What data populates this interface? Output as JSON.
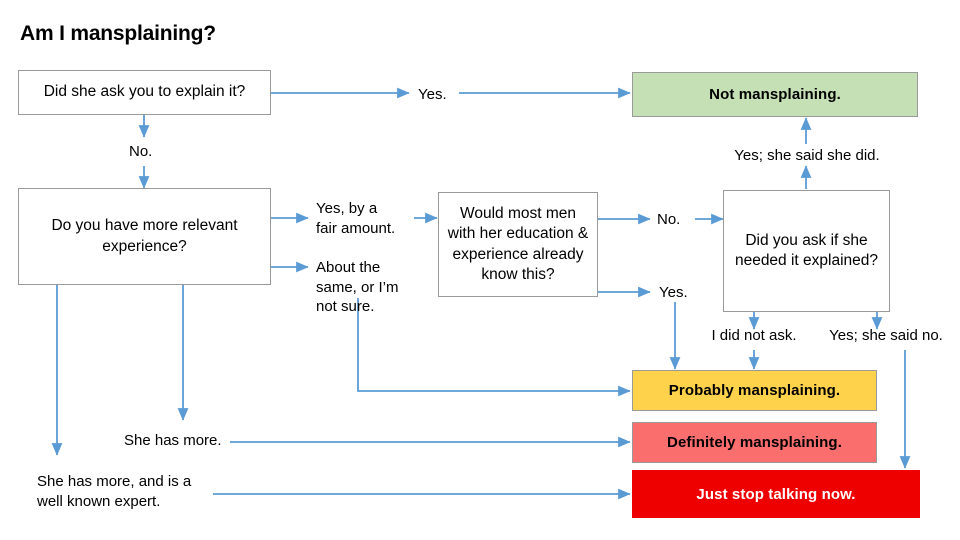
{
  "title": "Am I mansplaining?",
  "theme": {
    "arrow_color": "#5B9BD5",
    "box_border": "#9A9A9A",
    "text_color": "#000000",
    "not_mansplaining_fill": "#C5E0B4",
    "probably_fill": "#FFD24C",
    "definitely_fill": "#FA6E6E",
    "stop_fill": "#EE0000",
    "stop_text": "#FFFFFF"
  },
  "nodes": {
    "q1": {
      "text": "Did she ask you to explain it?",
      "kind": "question"
    },
    "q2": {
      "text": "Do you have more relevant experience?",
      "kind": "question"
    },
    "q3": {
      "text": "Would most men with her education & experience already know this?",
      "kind": "question"
    },
    "q4": {
      "text": "Did you ask if she needed it explained?",
      "kind": "question"
    },
    "outcome_not": {
      "text": "Not mansplaining.",
      "kind": "outcome"
    },
    "outcome_probably": {
      "text": "Probably mansplaining.",
      "kind": "outcome"
    },
    "outcome_definitely": {
      "text": "Definitely mansplaining.",
      "kind": "outcome"
    },
    "outcome_stop": {
      "text": "Just stop talking now.",
      "kind": "outcome"
    }
  },
  "edge_labels": {
    "q1_yes": "Yes.",
    "q1_no": "No.",
    "q2_more": "Yes, by a\nfair amount.",
    "q2_same": "About the\nsame, or I’m\nnot sure.",
    "q3_no": "No.",
    "q3_yes": "Yes.",
    "q4_said_did": "Yes; she said she did.",
    "q4_did_not_ask": "I did not ask.",
    "q4_said_no": "Yes; she said no.",
    "q2_she_more": "She has more.",
    "q2_she_expert": "She has more, and is a\nwell known expert."
  }
}
